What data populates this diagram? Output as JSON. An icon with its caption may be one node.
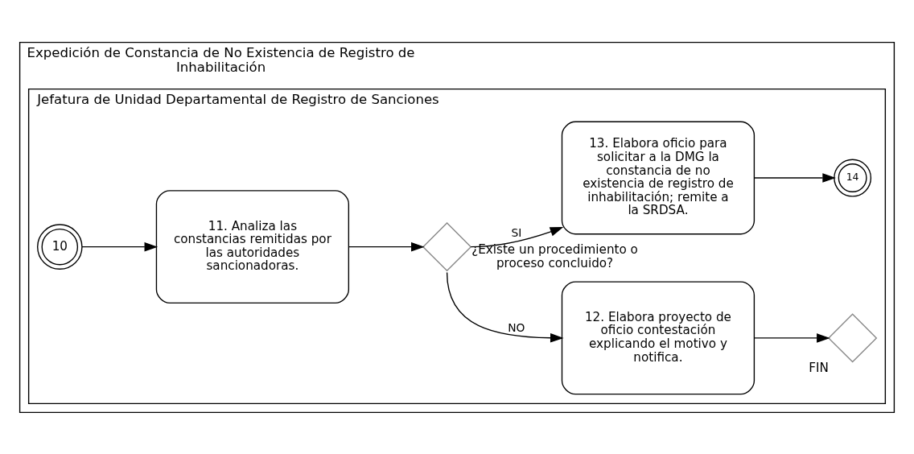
{
  "diagram": {
    "nodes": [
      {
        "text": [
          "Expedición de Constancia de No Existencia de Registro de Inhabilitación"
        ]
      },
      {
        "text": [
          "Jefatura de Unidad Departamental de Registro de Sanciones"
        ],
        "in": 0
      },
      {
        "text": [
          "10"
        ],
        "in": 1
      },
      {
        "text": [
          "11. Analiza las constancias remitidas por las autoridades sancionadoras."
        ],
        "in": 1
      },
      {
        "text": [],
        "shape": "diamond",
        "beside": [
          "¿Existe un procedimiento o proceso concluido?"
        ],
        "in": 1
      },
      {
        "text": [
          "13. Elabora oficio para solicitar a la DMG la constancia de no existencia de registro de inhabilitación; remite a la SRDSA."
        ],
        "in": 1
      },
      {
        "text": [
          "14"
        ],
        "in": 1
      },
      {
        "text": [
          "12. Elabora proyecto de oficio contestación explicando el motivo y notifica."
        ],
        "in": 1
      },
      {
        "text": [],
        "shape": "diamond",
        "beside": [
          "FIN"
        ],
        "in": 1
      }
    ],
    "edges": [
      {
        "from": 2,
        "to": 3,
        "arrow": "to"
      },
      {
        "from": 3,
        "to": 4,
        "arrow": "to"
      },
      {
        "from": 4,
        "to": 5,
        "arrow": "to",
        "label": "SI"
      },
      {
        "from": 5,
        "to": 6,
        "arrow": "to"
      },
      {
        "from": 4,
        "to": 7,
        "arrow": "to",
        "label": "NO"
      },
      {
        "from": 7,
        "to": 8,
        "arrow": "to"
      }
    ]
  }
}
